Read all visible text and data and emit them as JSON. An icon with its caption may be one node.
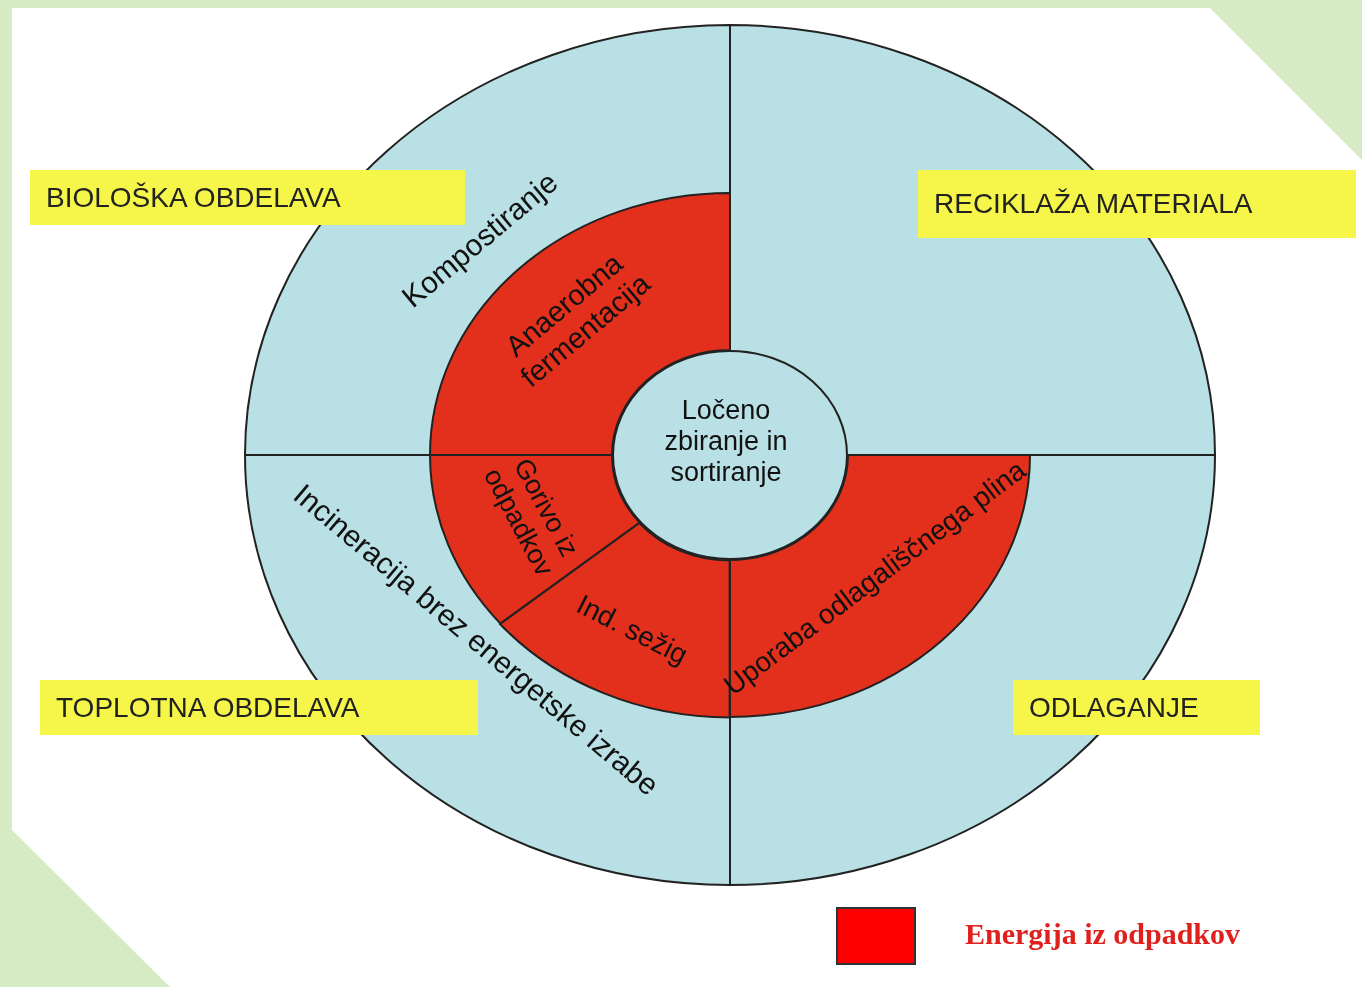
{
  "diagram": {
    "nodes": [
      {
        "text": [
          "Kompostiranje"
        ]
      },
      {
        "text": [],
        "shape": "sector"
      },
      {
        "text": [
          "Incineracija brez energetske izrabe"
        ]
      },
      {
        "text": [],
        "shape": "sector"
      },
      {
        "text": [
          "Anaerobna fermentacija"
        ],
        "in": 0
      },
      {
        "text": [
          "Gorivo iz odpadkov"
        ],
        "in": 2
      },
      {
        "text": [
          "Ind. sežig"
        ],
        "in": 2
      },
      {
        "text": [
          "Uporaba odlagališčnega plina"
        ],
        "in": 3
      },
      {
        "text": [
          "Ločeno zbiranje in sortiranje"
        ]
      },
      {
        "text": [
          "BIOLOŠKA OBDELAVA"
        ]
      },
      {
        "text": [
          "RECIKLAŽA MATERIALA"
        ]
      },
      {
        "text": [
          "TOPLOTNA OBDELAVA"
        ]
      },
      {
        "text": [
          "ODLAGANJE"
        ]
      }
    ],
    "edges": [],
    "legend": [
      {
        "text": "Energija iz odpadkov",
        "color": "#ff0000"
      }
    ]
  }
}
